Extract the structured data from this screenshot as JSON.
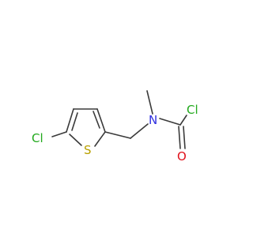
{
  "molecule": {
    "atoms": {
      "cl_ring": {
        "label": "Cl",
        "color": "#22a91d"
      },
      "s_ring": {
        "label": "S",
        "color": "#b8a000"
      },
      "n_amine": {
        "label": "N",
        "color": "#2f2fe0"
      },
      "cl_acyl": {
        "label": "Cl",
        "color": "#22a91d"
      },
      "o_carbonyl": {
        "label": "O",
        "color": "#e0101a"
      }
    },
    "bond_color": "#3a3a3a"
  }
}
